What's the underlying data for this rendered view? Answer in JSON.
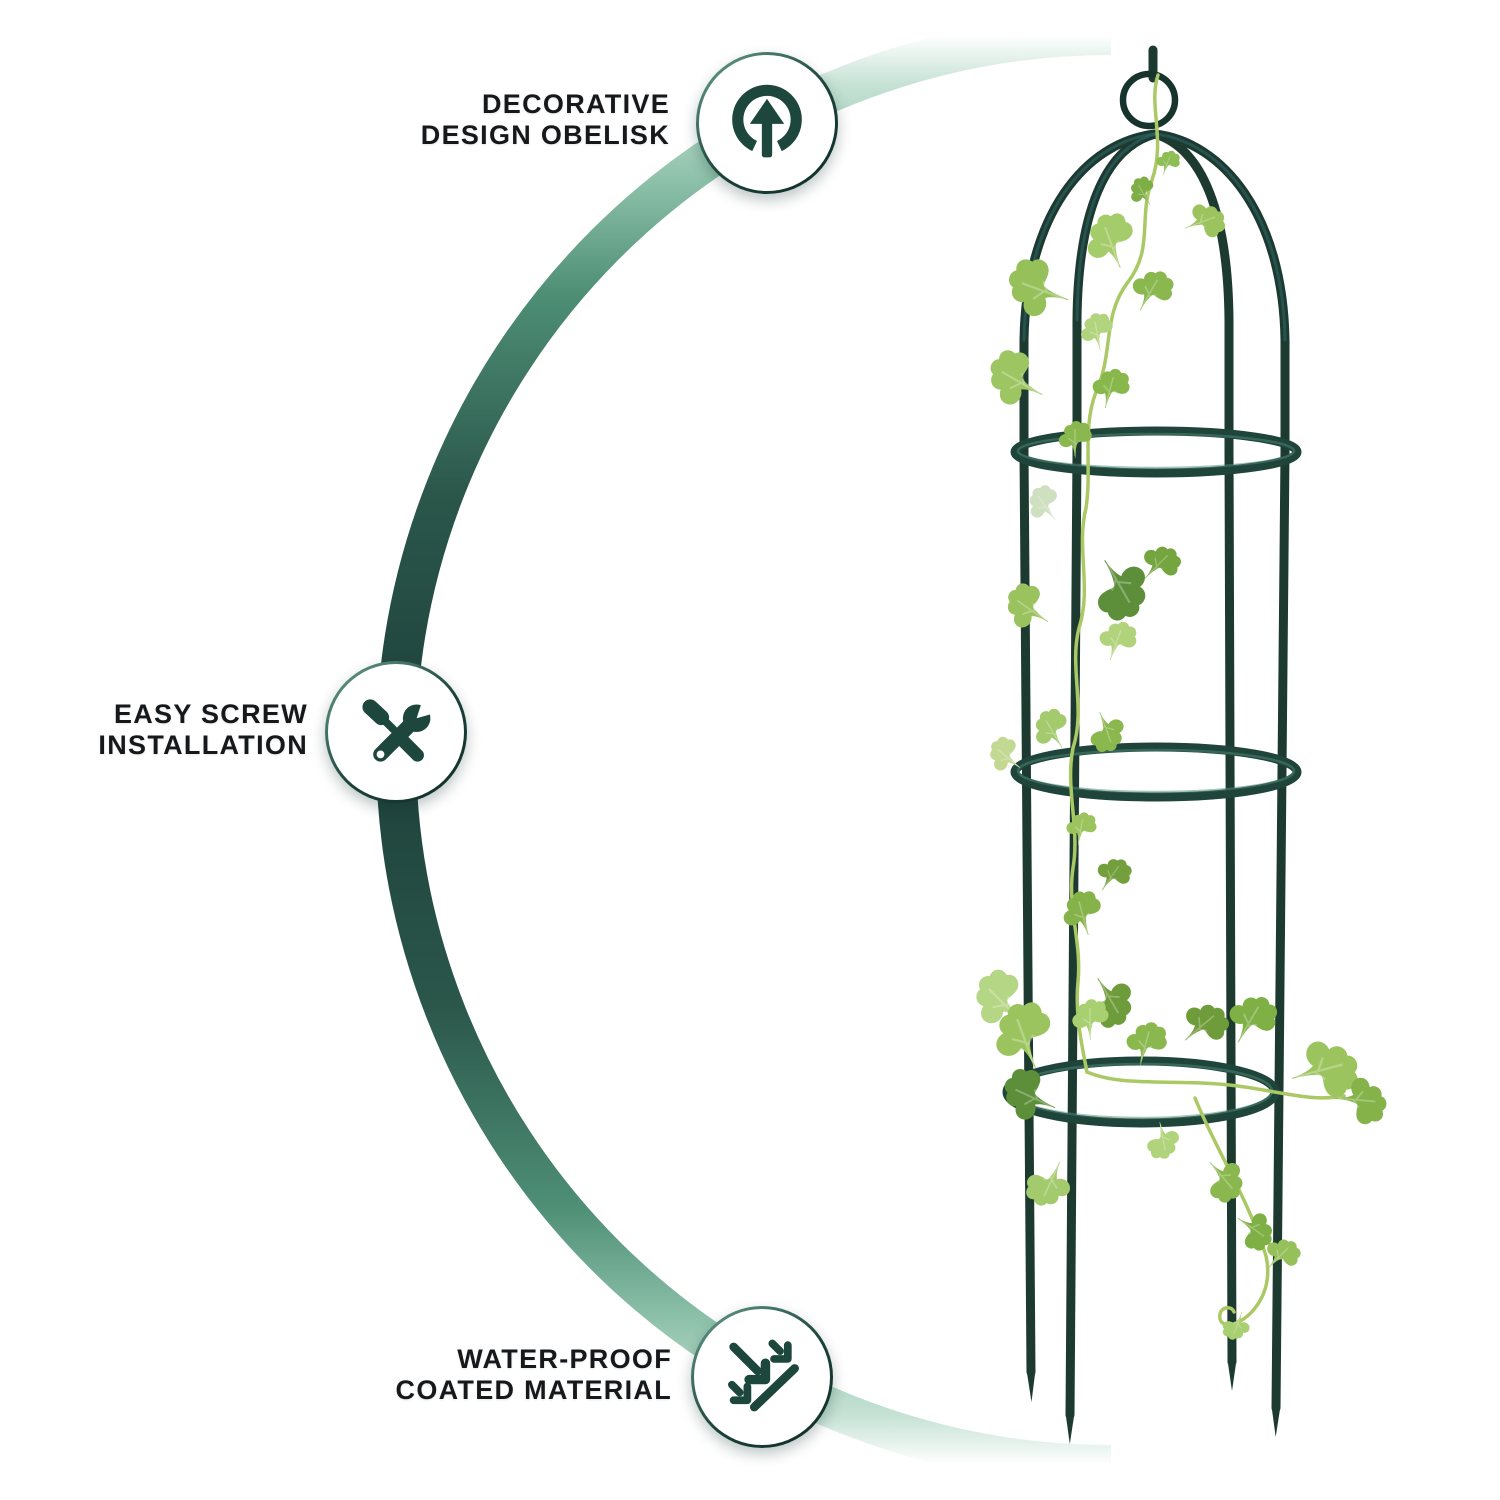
{
  "features": [
    {
      "line1": "DECORATIVE",
      "line2": "DESIGN OBELISK",
      "icon": "arrow-up-circle-icon"
    },
    {
      "line1": "EASY SCREW",
      "line2": "INSTALLATION",
      "icon": "screwdriver-wrench-icon"
    },
    {
      "line1": "WATER-PROOF",
      "line2": "COATED MATERIAL",
      "icon": "waterproof-arrows-icon"
    }
  ],
  "illustration": {
    "alt": "Dark green metal garden obelisk trellis with ring finial, three hoops and climbing ivy vine"
  },
  "colors": {
    "text_color": "#16191b",
    "icon_teal": "#1d473d",
    "badge_ring": "#1b423a",
    "arc_dark": "#1d403a",
    "arc_mid": "#4e8f76",
    "arc_light": "#c2e0d2",
    "metal_green": "#1d3a31",
    "leaf_green": "#8fbe55",
    "vine_green": "#aac964"
  }
}
